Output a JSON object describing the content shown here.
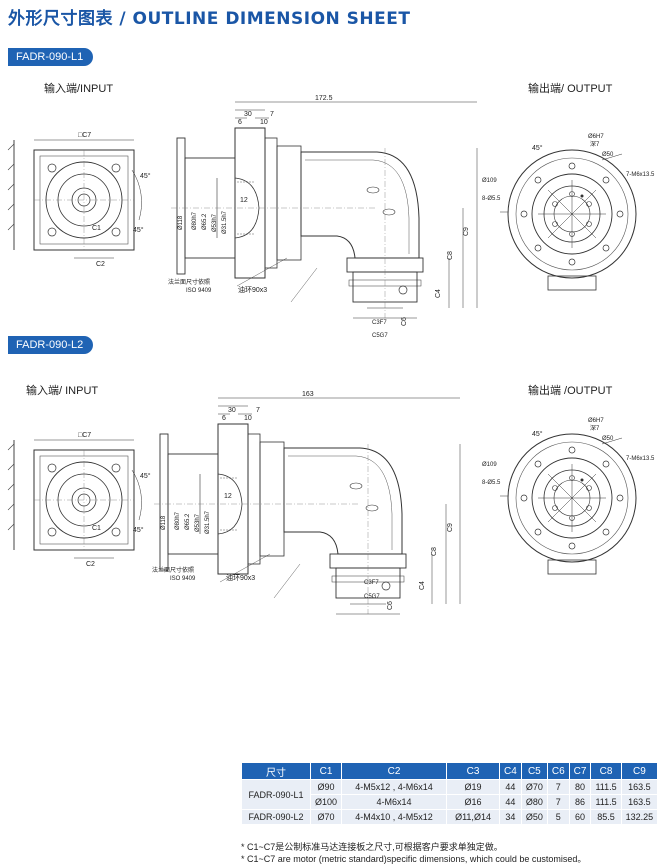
{
  "title": "外形尺寸图表 / OUTLINE DIMENSION SHEET",
  "sections": [
    {
      "model": "FADR-090-L1",
      "input_label": "输入端/INPUT",
      "output_label": "输出端/ OUTPUT",
      "dims": {
        "overall": "172.5",
        "d30": "30",
        "d6": "6",
        "d10": "10",
        "d7": "7",
        "c7": "□C7",
        "angle45a": "45°",
        "angle45b": "45°",
        "c1": "C1",
        "c2": "C2",
        "d118": "Ø118",
        "d80": "Ø80h7",
        "d65": "Ø65.2",
        "d53": "Ø53h7",
        "d31": "Ø31.5h7",
        "d12": "12",
        "flange_note": "法兰面尺寸依照",
        "iso": "ISO 9409",
        "oil": "油环90x3",
        "c9": "C9",
        "c8": "C8",
        "c4": "C4",
        "c6": "C6",
        "c3": "C3F7",
        "c5": "C5G7",
        "o_angle": "45°",
        "o_d6": "Ø6H7",
        "o_deep": "深7",
        "o_d50": "Ø50",
        "o_m6": "7-M6x13.5",
        "o_d109": "Ø109",
        "o_holes": "8-Ø5.5"
      }
    },
    {
      "model": "FADR-090-L2",
      "input_label": "输入端/ INPUT",
      "output_label": "输出端 /OUTPUT",
      "dims": {
        "overall": "163",
        "d30": "30",
        "d6": "6",
        "d10": "10",
        "d7": "7",
        "c7": "□C7",
        "angle45a": "45°",
        "angle45b": "45°",
        "c1": "C1",
        "c2": "C2",
        "d118": "Ø118",
        "d80": "Ø80h7",
        "d65": "Ø65.2",
        "d53": "Ø53h7",
        "d31": "Ø31.5h7",
        "d12": "12",
        "flange_note": "法兰面尺寸依照",
        "iso": "ISO 9409",
        "oil": "油环90x3",
        "c9": "C9",
        "c8": "C8",
        "c4": "C4",
        "c6": "C6",
        "c3": "C3F7",
        "c5": "C5G7",
        "o_angle": "45°",
        "o_d6": "Ø6H7",
        "o_deep": "深7",
        "o_d50": "Ø50",
        "o_m6": "7-M6x13.5",
        "o_d109": "Ø109",
        "o_holes": "8-Ø5.5"
      }
    }
  ],
  "table": {
    "headers": [
      "尺寸",
      "C1",
      "C2",
      "C3",
      "C4",
      "C5",
      "C6",
      "C7",
      "C8",
      "C9"
    ],
    "rows": [
      {
        "model": "FADR-090-L1",
        "cells": [
          "Ø90",
          "4-M5x12 , 4-M6x14",
          "Ø19",
          "44",
          "Ø70",
          "7",
          "80",
          "111.5",
          "163.5"
        ]
      },
      {
        "model": "",
        "cells": [
          "Ø100",
          "4-M6x14",
          "Ø16",
          "44",
          "Ø80",
          "7",
          "86",
          "111.5",
          "163.5"
        ]
      },
      {
        "model": "FADR-090-L2",
        "cells": [
          "Ø70",
          "4-M4x10 , 4-M5x12",
          "Ø11,Ø14",
          "34",
          "Ø50",
          "5",
          "60",
          "85.5",
          "132.25"
        ]
      }
    ]
  },
  "notes": [
    "* C1~C7是公制标准马达连接板之尺寸,可根据客户要求单独定做。",
    "* C1~C7 are motor (metric standard)specific dimensions, which could be customised。"
  ]
}
